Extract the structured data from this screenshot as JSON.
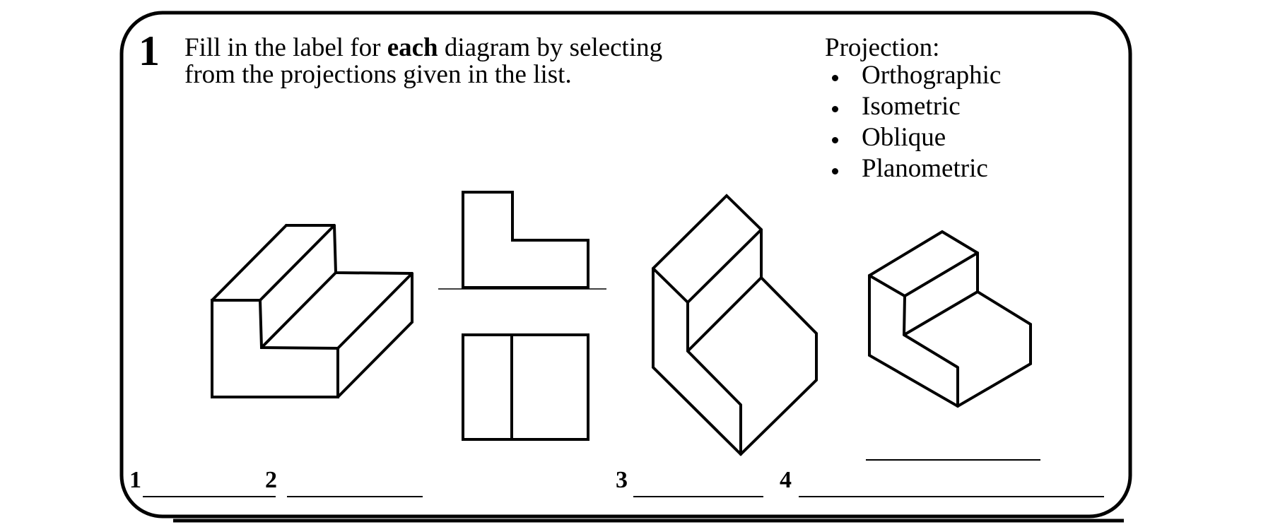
{
  "colors": {
    "ink": "#000000",
    "background": "#ffffff"
  },
  "question": {
    "number": "1",
    "prompt_line1_pre": "Fill in the label for ",
    "prompt_bold": "each",
    "prompt_line1_post": " diagram by selecting",
    "prompt_line2": "from the projections given in the list."
  },
  "projection_list": {
    "title": "Projection:",
    "bullet_style": "filled-circle",
    "items": [
      "Orthographic",
      "Isometric",
      "Oblique",
      "Planometric"
    ]
  },
  "answers": [
    {
      "number": "1",
      "value": ""
    },
    {
      "number": "2",
      "value": ""
    },
    {
      "number": "3",
      "value": ""
    },
    {
      "number": "4",
      "value": ""
    }
  ],
  "figures": [
    {
      "name": "figure-1-step-block",
      "stroke": 4,
      "polygons": [
        [
          300,
          425,
          368,
          425,
          370,
          492,
          478,
          493,
          478,
          562,
          300,
          562
        ]
      ],
      "polylines": [
        [
          405,
          319,
          473,
          319,
          475,
          386,
          583,
          387,
          583,
          456
        ],
        [
          300,
          425,
          405,
          319
        ],
        [
          368,
          425,
          473,
          319
        ],
        [
          370,
          492,
          475,
          386
        ],
        [
          478,
          493,
          583,
          387
        ],
        [
          478,
          562,
          583,
          456
        ]
      ]
    },
    {
      "name": "figure-2-two-views",
      "stroke": 4,
      "thin_stroke": 1.5,
      "thin_lines": [
        [
          620,
          409,
          858,
          409
        ]
      ],
      "polygons": [
        [
          655,
          272,
          725,
          272,
          725,
          340,
          832,
          340,
          832,
          407,
          655,
          407
        ],
        [
          655,
          474,
          832,
          474,
          832,
          622,
          655,
          622
        ]
      ],
      "polylines": [
        [
          724,
          474,
          724,
          622
        ]
      ]
    },
    {
      "name": "figure-3-step-block",
      "stroke": 4,
      "polygons": [
        [
          1028,
          277,
          1077,
          325,
          1077,
          393,
          1155,
          472,
          1155,
          538,
          1048,
          643,
          924,
          520,
          924,
          380
        ]
      ],
      "polylines": [
        [
          1077,
          325,
          973,
          428
        ],
        [
          924,
          380,
          973,
          428,
          973,
          497,
          1048,
          573,
          1048,
          643
        ],
        [
          973,
          497,
          1077,
          393
        ]
      ]
    },
    {
      "name": "figure-4-step-block",
      "stroke": 4,
      "thin_stroke": 2,
      "thin_lines": [
        [
          1225,
          651,
          1472,
          651
        ]
      ],
      "polygons": [
        [
          1333,
          328,
          1383,
          358,
          1383,
          413,
          1458,
          459,
          1458,
          515,
          1355,
          575,
          1230,
          503,
          1230,
          390
        ]
      ],
      "polylines": [
        [
          1383,
          358,
          1280,
          419
        ],
        [
          1230,
          390,
          1280,
          419,
          1279,
          474,
          1355,
          520,
          1355,
          575
        ],
        [
          1279,
          474,
          1383,
          413
        ]
      ]
    }
  ]
}
